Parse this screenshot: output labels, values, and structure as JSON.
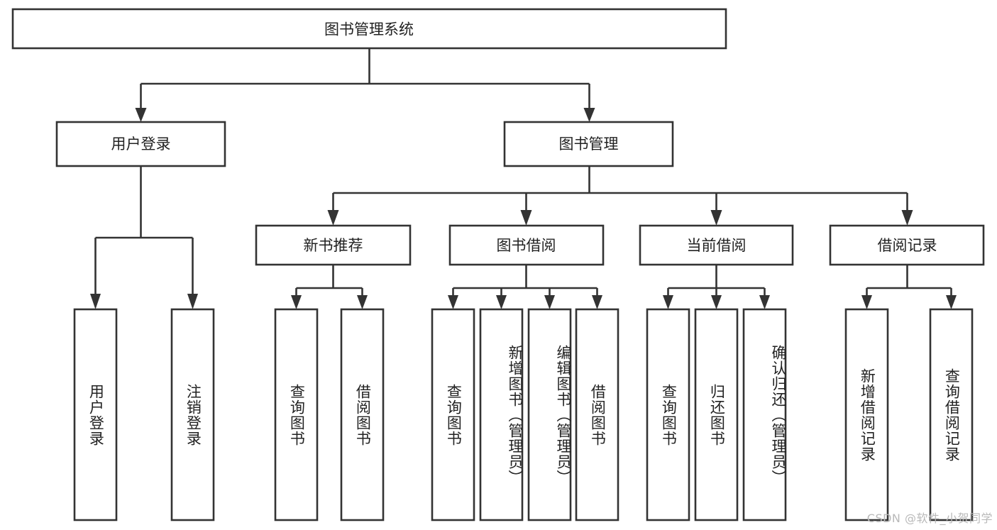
{
  "diagram": {
    "title": "图书管理系统",
    "type": "tree",
    "orientation": "top-down",
    "colors": {
      "box_fill": "#ffffff",
      "box_stroke": "#333333",
      "text": "#222222",
      "background": "#ffffff",
      "watermark": "#b9b9b9"
    },
    "levels": [
      {
        "level": 1,
        "nodes": [
          {
            "id": "root",
            "label": "图书管理系统",
            "orientation": "horizontal"
          }
        ]
      },
      {
        "level": 2,
        "nodes": [
          {
            "id": "user-login",
            "label": "用户登录",
            "orientation": "horizontal",
            "parent": "root"
          },
          {
            "id": "book-manage",
            "label": "图书管理",
            "orientation": "horizontal",
            "parent": "root"
          }
        ]
      },
      {
        "level": 3,
        "nodes": [
          {
            "id": "new-book-recommend",
            "label": "新书推荐",
            "orientation": "horizontal",
            "parent": "book-manage"
          },
          {
            "id": "book-borrow",
            "label": "图书借阅",
            "orientation": "horizontal",
            "parent": "book-manage"
          },
          {
            "id": "current-borrow",
            "label": "当前借阅",
            "orientation": "horizontal",
            "parent": "book-manage"
          },
          {
            "id": "borrow-record",
            "label": "借阅记录",
            "orientation": "horizontal",
            "parent": "book-manage"
          }
        ]
      },
      {
        "level": 4,
        "nodes": [
          {
            "id": "leaf-user-login",
            "label": "用户登录",
            "orientation": "vertical",
            "parent": "user-login"
          },
          {
            "id": "leaf-user-logout",
            "label": "注销登录",
            "orientation": "vertical",
            "parent": "user-login"
          },
          {
            "id": "leaf-query-book-1",
            "label": "查询图书",
            "orientation": "vertical",
            "parent": "new-book-recommend"
          },
          {
            "id": "leaf-borrow-book-1",
            "label": "借阅图书",
            "orientation": "vertical",
            "parent": "new-book-recommend"
          },
          {
            "id": "leaf-query-book-2",
            "label": "查询图书",
            "orientation": "vertical",
            "parent": "book-borrow"
          },
          {
            "id": "leaf-add-book",
            "label": "新增图书（管理员）",
            "orientation": "vertical",
            "parent": "book-borrow"
          },
          {
            "id": "leaf-edit-book",
            "label": "编辑图书（管理员）",
            "orientation": "vertical",
            "parent": "book-borrow"
          },
          {
            "id": "leaf-borrow-book-2",
            "label": "借阅图书",
            "orientation": "vertical",
            "parent": "book-borrow"
          },
          {
            "id": "leaf-query-book-3",
            "label": "查询图书",
            "orientation": "vertical",
            "parent": "current-borrow"
          },
          {
            "id": "leaf-return-book",
            "label": "归还图书",
            "orientation": "vertical",
            "parent": "current-borrow"
          },
          {
            "id": "leaf-confirm-return",
            "label": "确认归还（管理员）",
            "orientation": "vertical",
            "parent": "current-borrow"
          },
          {
            "id": "leaf-add-record",
            "label": "新增借阅记录",
            "orientation": "vertical",
            "parent": "borrow-record"
          },
          {
            "id": "leaf-query-record",
            "label": "查询借阅记录",
            "orientation": "vertical",
            "parent": "borrow-record"
          }
        ]
      }
    ]
  },
  "watermark": {
    "text": "CSDN @软件_小贺同学"
  }
}
